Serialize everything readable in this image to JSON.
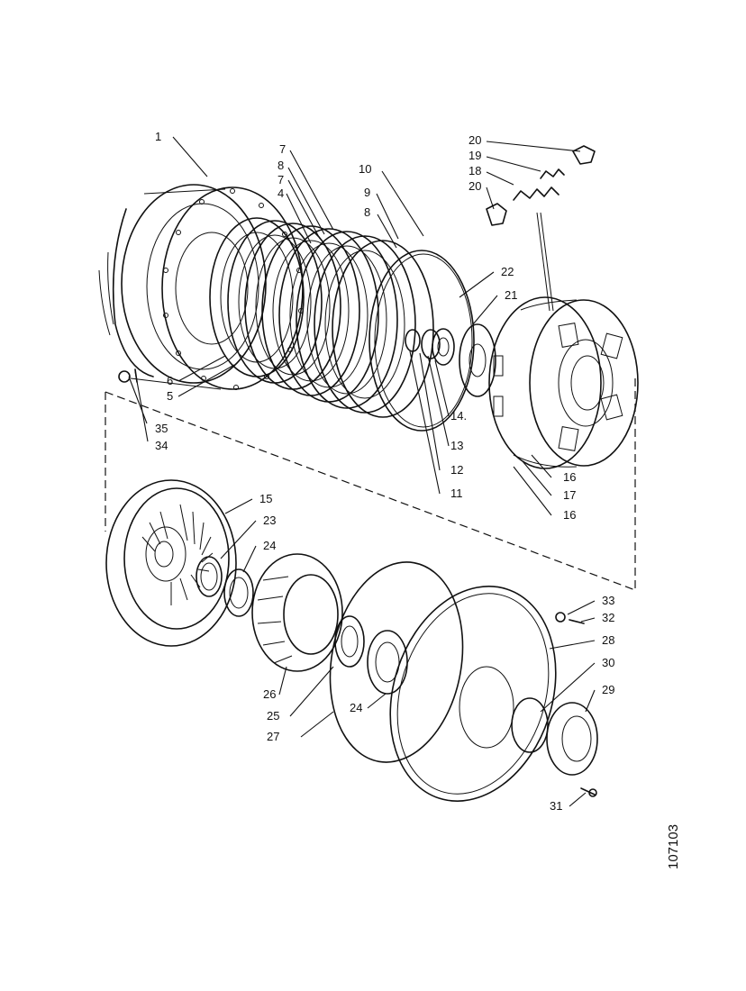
{
  "figure_number": "107103",
  "callouts": {
    "c1": "1",
    "c4": "4",
    "c5": "5",
    "c6": "6",
    "c7a": "7",
    "c7b": "7",
    "c8a": "8",
    "c8b": "8",
    "c9": "9",
    "c10": "10",
    "c11": "11",
    "c12": "12",
    "c13": "13",
    "c14": "14.",
    "c15": "15",
    "c16a": "16",
    "c16b": "16",
    "c17": "17",
    "c18": "18",
    "c19": "19",
    "c20a": "20",
    "c20b": "20",
    "c21": "21",
    "c22": "22",
    "c23": "23",
    "c24a": "24",
    "c24b": "24",
    "c25": "25",
    "c26": "26",
    "c27": "27",
    "c28": "28",
    "c29": "29",
    "c30": "30",
    "c31": "31",
    "c32": "32",
    "c33": "33",
    "c34": "34",
    "c35": "35"
  }
}
